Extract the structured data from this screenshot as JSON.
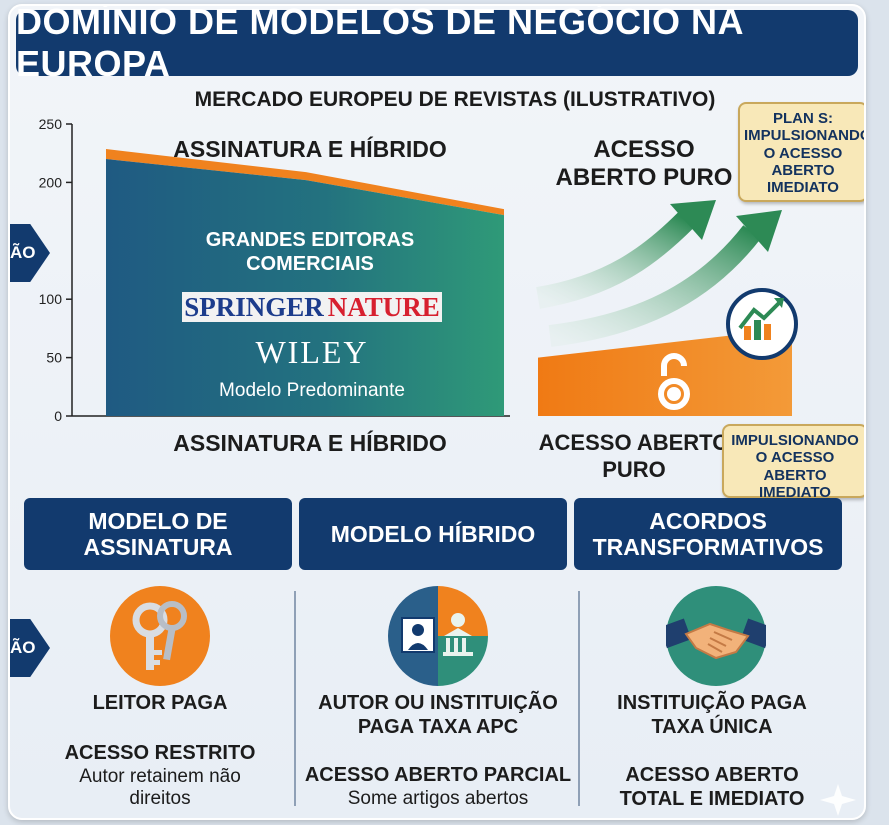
{
  "title": "DOMÍNIO DE MODELOS DE NEGÓCIO NA EUROPA",
  "side_tabs": [
    "ÃO",
    "ÃO"
  ],
  "market": {
    "title": "MERCADO EUROPEU DE REVISTAS (ILUSTRATIVO)",
    "y_ticks": [
      "250",
      "200",
      "100",
      "50",
      "0"
    ],
    "subscription_top_label": "ASSINATURA E HÍBRIDO",
    "oa_top_label": "ACESSO ABERTO PURO",
    "publishers_heading": "GRANDES EDITORAS COMERCIAIS",
    "publisher_1a": "SPRINGER",
    "publisher_1b": "NATURE",
    "publisher_2": "WILEY",
    "predominant": "Modelo Predominante",
    "subscription_bottom_label": "ASSINATURA E HÍBRIDO",
    "oa_bottom_label": "ACESSO ABERTO PURO"
  },
  "chart_data": {
    "type": "area",
    "title": "MERCADO EUROPEU DE REVISTAS (ILUSTRATIVO)",
    "ylim": [
      0,
      250
    ],
    "y_ticks": [
      0,
      50,
      100,
      200,
      250
    ],
    "series": [
      {
        "name": "ASSINATURA E HÍBRIDO",
        "start": 220,
        "end": 172
      },
      {
        "name": "ACESSO ABERTO PURO",
        "start": 50,
        "end": 75
      }
    ]
  },
  "callouts": {
    "plan_s": "PLAN S: IMPULSIONANDO O ACESSO ABERTO IMEDIATO",
    "bottom": "IMPULSIONANDO O ACESSO ABERTO IMEDIATO"
  },
  "models": [
    {
      "header": "MODELO DE ASSINATURA",
      "payer": "LEITOR PAGA",
      "access": "ACESSO RESTRITO",
      "note": "Autor retainem não direitos",
      "icon": "keys-icon"
    },
    {
      "header": "MODELO HÍBRIDO",
      "payer": "AUTOR OU INSTITUIÇÃO PAGA TAXA APC",
      "access": "ACESSO ABERTO PARCIAL",
      "note": "Some artigos abertos",
      "icon": "author-institution-icon"
    },
    {
      "header": "ACORDOS TRANSFORMATIVOS",
      "payer": "INSTITUIÇÃO PAGA TAXA ÚNICA",
      "access": "ACESSO ABERTO TOTAL E IMEDIATO",
      "note": "",
      "icon": "handshake-icon"
    }
  ],
  "colors": {
    "navy": "#123a6e",
    "orange": "#f0821e",
    "teal": "#2f8f7a",
    "green_arrow": "#2d8a55",
    "callout_bg": "#f8e8b8"
  }
}
